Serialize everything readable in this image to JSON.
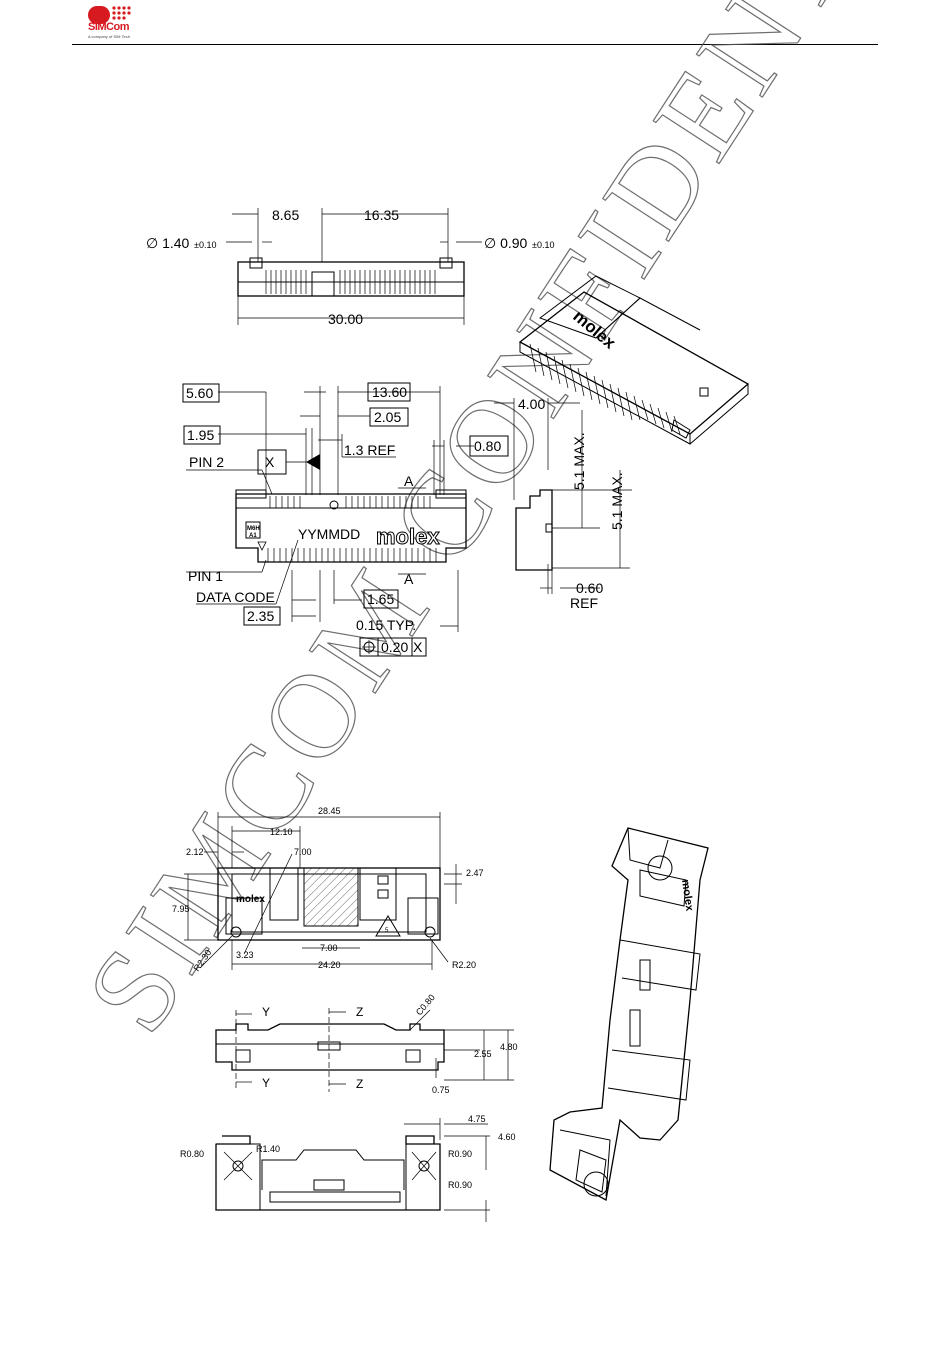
{
  "header": {
    "logo_text": "SIMCom",
    "logo_subtitle": "A company of SIM Tech"
  },
  "watermark": {
    "text": "SIMCOM CONFIDENTIAL FILE"
  },
  "drawing1": {
    "top_dims": {
      "d1": "8.65",
      "d2": "16.35",
      "dia_left": "∅ 1.40",
      "dia_left_tol": "±0.10",
      "dia_right": "∅ 0.90",
      "dia_right_tol": "±0.10",
      "width": "30.00"
    },
    "front_dims": {
      "a": "5.60",
      "b": "13.60",
      "c": "2.05",
      "d": "1.95",
      "e": "1.3 REF",
      "f": "0.80",
      "g": "1.65",
      "h": "2.35",
      "i": "0.15 TYP.",
      "datum": "X",
      "section": "A",
      "tol_value": "0.20",
      "tol_datum": "X"
    },
    "labels": {
      "pin2": "PIN 2",
      "pin1": "PIN 1",
      "data_code": "DATA CODE",
      "date_code": "YYMMDD",
      "brand": "molex",
      "mark_line1": "M6H",
      "mark_line2": "A1"
    },
    "side_dims": {
      "a": "4.00",
      "b": "5.1 MAX.",
      "c": "5.1 MAX.",
      "d": "0.60",
      "d_ref": "REF"
    }
  },
  "drawing2": {
    "top_dims": {
      "overall": "28.45",
      "d1": "12.10",
      "d2": "7.00",
      "d3": "2.12",
      "d4": "2.47",
      "d5": "7.95",
      "d6": "7.00",
      "d7": "24.20",
      "d8": "3.23",
      "r1": "R2.30",
      "r2": "R2.20",
      "brand": "molex",
      "flag": "5"
    },
    "side_dims": {
      "y": "Y",
      "z": "Z",
      "chamfer": "C0.80",
      "h1": "2.55",
      "h2": "4.80",
      "h3": "0.75"
    },
    "bottom_dims": {
      "r1": "R0.80",
      "r2": "R1.40",
      "r3": "R0.90",
      "r4": "R0.90",
      "w": "4.75",
      "h": "4.60"
    }
  }
}
